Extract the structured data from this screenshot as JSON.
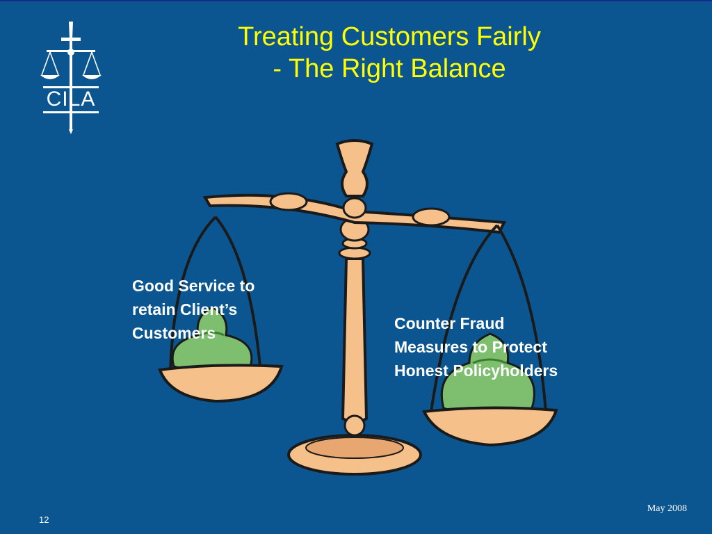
{
  "slide": {
    "title_line1": "Treating Customers Fairly",
    "title_line2": "- The Right Balance",
    "logo_text": "CILA",
    "left_caption": [
      "Good Service to",
      "retain Client’s",
      "Customers"
    ],
    "right_caption": [
      "Counter Fraud",
      "Measures to Protect",
      "Honest Policyholders"
    ],
    "footer_date": "May 2008",
    "page_number": "12"
  },
  "colors": {
    "background": "#0b5690",
    "title": "#ffff00",
    "text": "#ffffff",
    "scale_body": "#f5c08a",
    "money_bag": "#7dbf6e"
  },
  "icons": [
    "cila-scales-logo-icon",
    "balance-scale-icon",
    "money-bag-icon"
  ]
}
